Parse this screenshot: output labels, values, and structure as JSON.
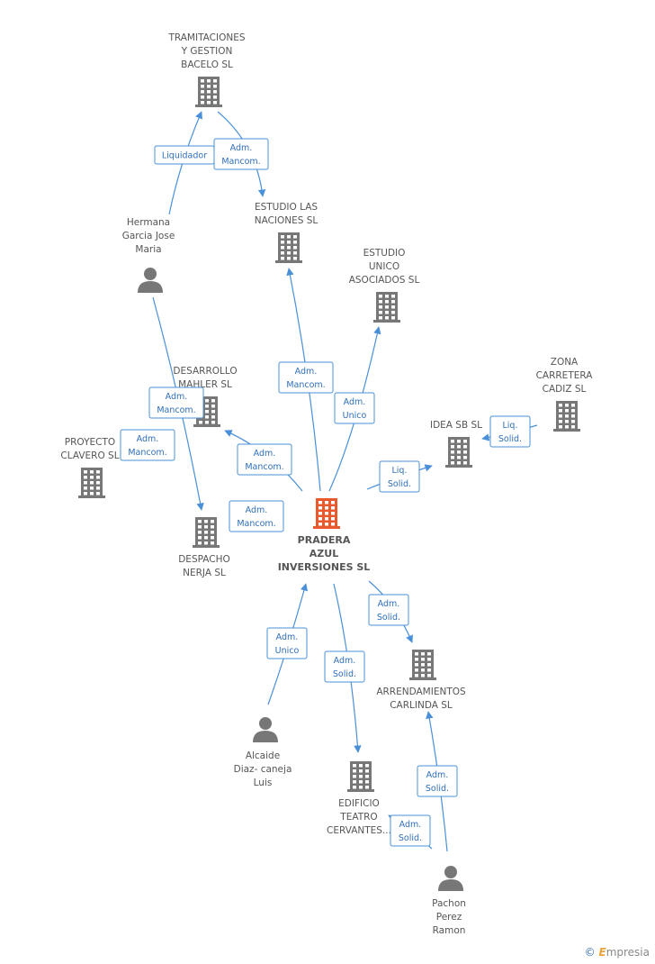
{
  "colors": {
    "edge": "#4a90d9",
    "company": "#777777",
    "center": "#e8592e",
    "person": "#777777",
    "label": "#555555"
  },
  "nodes": [
    {
      "id": "pradera",
      "type": "company",
      "center": true,
      "lines": [
        "PRADERA",
        "AZUL",
        "INVERSIONES SL"
      ]
    },
    {
      "id": "tramitaciones",
      "type": "company",
      "lines": [
        "TRAMITACIONES",
        "Y GESTION",
        "BACELO SL"
      ]
    },
    {
      "id": "estudio_naciones",
      "type": "company",
      "lines": [
        "ESTUDIO LAS",
        "NACIONES SL"
      ]
    },
    {
      "id": "estudio_unico",
      "type": "company",
      "lines": [
        "ESTUDIO",
        "UNICO",
        "ASOCIADOS SL"
      ]
    },
    {
      "id": "zona",
      "type": "company",
      "lines": [
        "ZONA",
        "CARRETERA",
        "CADIZ SL"
      ]
    },
    {
      "id": "idea",
      "type": "company",
      "lines": [
        "IDEA SB SL"
      ]
    },
    {
      "id": "desarrollo",
      "type": "company",
      "lines": [
        "DESARROLLO",
        "MAHLER  SL"
      ]
    },
    {
      "id": "proyecto",
      "type": "company",
      "lines": [
        "PROYECTO",
        "CLAVERO SL"
      ]
    },
    {
      "id": "despacho",
      "type": "company",
      "lines": [
        "DESPACHO",
        "NERJA SL"
      ]
    },
    {
      "id": "arrendamientos",
      "type": "company",
      "lines": [
        "ARRENDAMIENTOS",
        "CARLINDA SL"
      ]
    },
    {
      "id": "edificio",
      "type": "company",
      "lines": [
        "EDIFICIO",
        "TEATRO",
        "CERVANTES..."
      ]
    },
    {
      "id": "hermana",
      "type": "person",
      "lines": [
        "Hermana",
        "Garcia Jose",
        "Maria"
      ]
    },
    {
      "id": "alcaide",
      "type": "person",
      "lines": [
        "Alcaide",
        "Diaz- caneja",
        "Luis"
      ]
    },
    {
      "id": "pachon",
      "type": "person",
      "lines": [
        "Pachon",
        "Perez",
        "Ramon"
      ]
    }
  ],
  "edges": [
    {
      "from": "hermana",
      "to": "tramitaciones",
      "lines": [
        "Liquidador"
      ]
    },
    {
      "from": "tramitaciones",
      "to": "estudio_naciones",
      "lines": [
        "Adm.",
        "Mancom."
      ]
    },
    {
      "from": "pradera",
      "to": "estudio_naciones",
      "lines": [
        "Adm.",
        "Mancom."
      ]
    },
    {
      "from": "pradera",
      "to": "estudio_unico",
      "lines": [
        "Adm.",
        "Unico"
      ]
    },
    {
      "from": "zona",
      "to": "idea",
      "lines": [
        "Liq.",
        "Solid."
      ]
    },
    {
      "from": "pradera",
      "to": "idea",
      "lines": [
        "Liq.",
        "Solid."
      ]
    },
    {
      "from": "pradera",
      "to": "desarrollo",
      "lines": [
        "Adm.",
        "Mancom."
      ]
    },
    {
      "from": "hermana",
      "to": "despacho",
      "lines": [
        "Adm.",
        "Mancom."
      ]
    },
    {
      "from": "proyecto",
      "to": "proyecto",
      "lines": [
        "Adm.",
        "Mancom."
      ]
    },
    {
      "from": "pradera",
      "to": "despacho",
      "lines": [
        "Adm.",
        "Mancom."
      ]
    },
    {
      "from": "alcaide",
      "to": "pradera",
      "lines": [
        "Adm.",
        "Unico"
      ]
    },
    {
      "from": "pradera",
      "to": "edificio",
      "lines": [
        "Adm.",
        "Solid."
      ]
    },
    {
      "from": "pradera",
      "to": "arrendamientos",
      "lines": [
        "Adm.",
        "Solid."
      ]
    },
    {
      "from": "pachon",
      "to": "arrendamientos",
      "lines": [
        "Adm.",
        "Solid."
      ]
    },
    {
      "from": "pachon",
      "to": "edificio",
      "lines": [
        "Adm.",
        "Solid."
      ]
    }
  ],
  "watermark": {
    "copyright": "©",
    "brand_initial": "E",
    "brand_rest": "mpresia"
  }
}
